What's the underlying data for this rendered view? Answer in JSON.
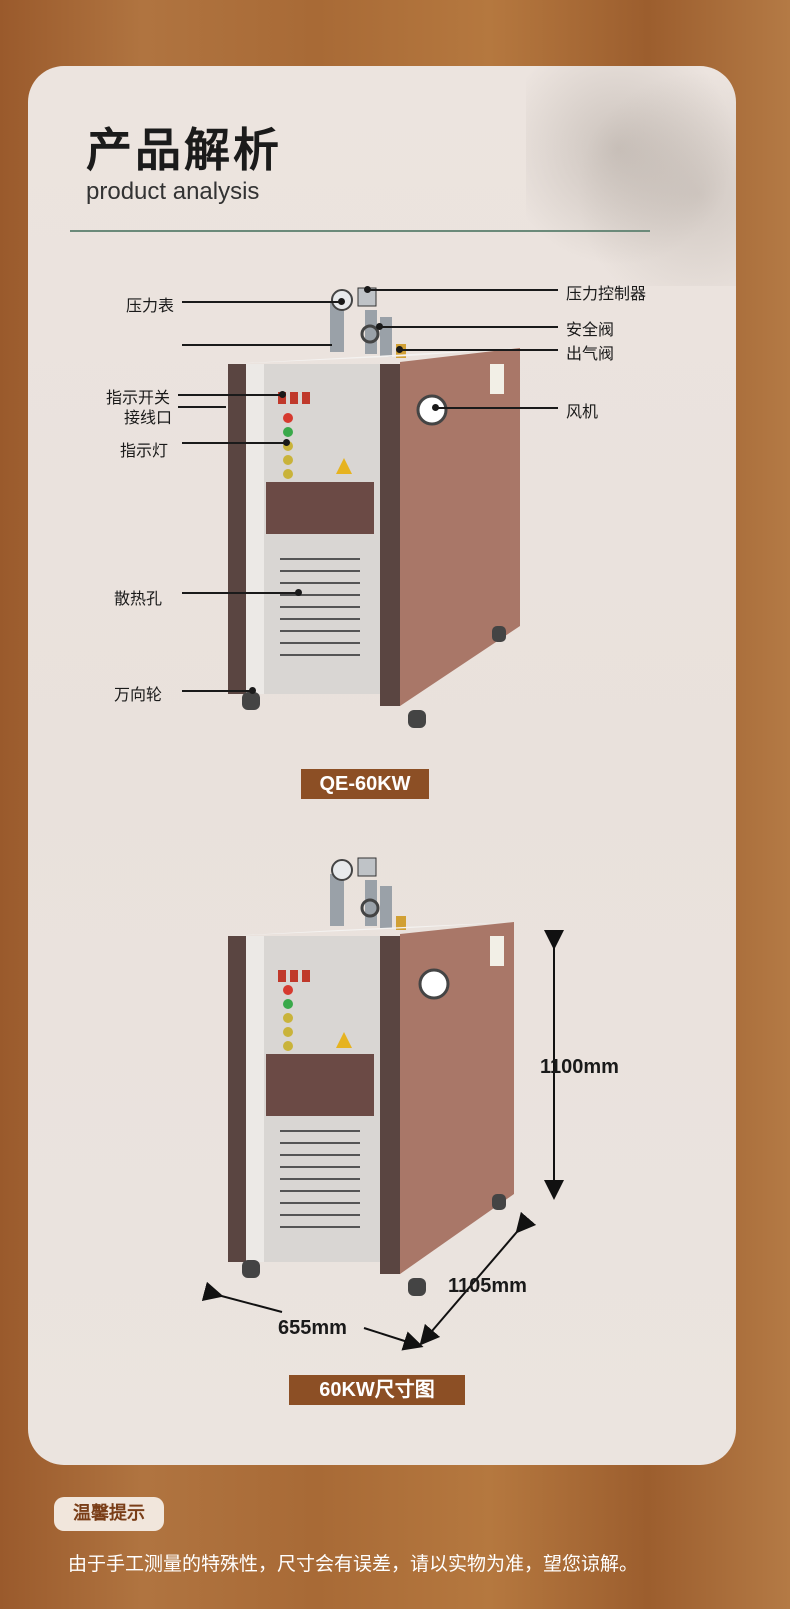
{
  "heading": {
    "cn": "产品解析",
    "en": "product analysis"
  },
  "labels": {
    "pressure_gauge": "压力表",
    "pressure_controller": "压力控制器",
    "safety_valve": "安全阀",
    "outlet_valve": "出气阀",
    "indicator_switch": "指示开关",
    "wiring_port": "接线口",
    "indicator_light": "指示灯",
    "fan": "风机",
    "vent_holes": "散热孔",
    "caster": "万向轮"
  },
  "model": "QE-60KW",
  "dimensions": {
    "height": "1100mm",
    "depth": "1105mm",
    "width": "655mm",
    "caption": "60KW尺寸图"
  },
  "tip": {
    "title": "温馨提示",
    "text": "由于手工测量的特殊性，尺寸会有误差，请以实物为准，望您谅解。"
  },
  "colors": {
    "accent": "#8c4f25",
    "cabinet": "#a97768",
    "panel": "#d9d6d3"
  }
}
